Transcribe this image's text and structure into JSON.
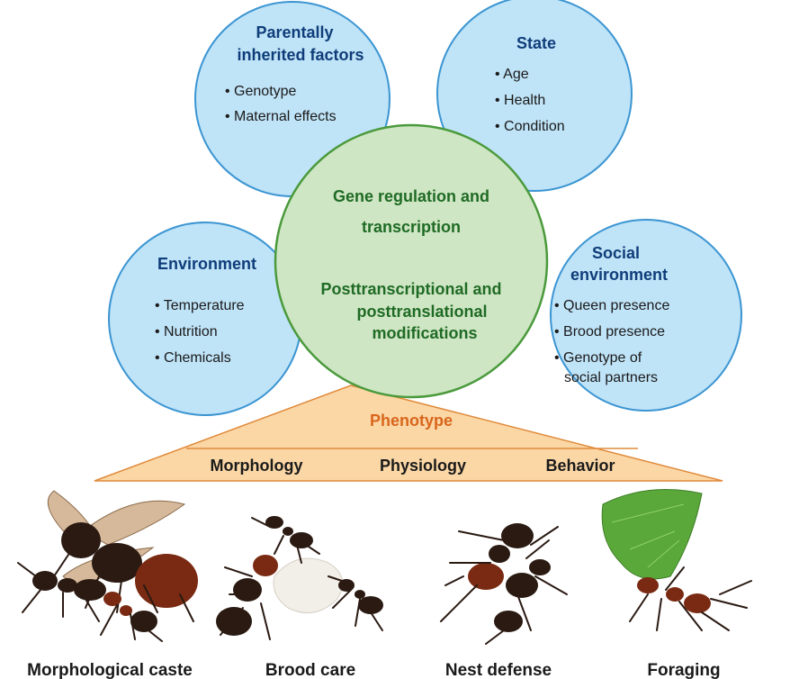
{
  "circles": {
    "parental": {
      "title": [
        "Parentally",
        "inherited factors"
      ],
      "items": [
        "• Genotype",
        "• Maternal effects"
      ]
    },
    "state": {
      "title": [
        "State"
      ],
      "items": [
        "• Age",
        "• Health",
        "• Condition"
      ]
    },
    "environment": {
      "title": [
        "Environment"
      ],
      "items": [
        "• Temperature",
        "• Nutrition",
        "• Chemicals"
      ]
    },
    "social": {
      "title": [
        "Social",
        "environment"
      ],
      "items": [
        "• Queen presence",
        "• Brood presence",
        "• Genotype of",
        "social partners"
      ]
    }
  },
  "center": {
    "lines": [
      "Gene regulation and",
      "transcription",
      "Posttranscriptional and",
      "posttranslational",
      "modifications"
    ]
  },
  "phenotype": {
    "title": "Phenotype",
    "traits": [
      "Morphology",
      "Physiology",
      "Behavior"
    ]
  },
  "photos": {
    "captions": [
      "Morphological caste",
      "Brood care",
      "Nest defense",
      "Foraging"
    ]
  },
  "colors": {
    "outer_fill": "#bfe3f7",
    "outer_stroke": "#3b95d2",
    "center_fill": "#cfe6c4",
    "center_stroke": "#4a9a3c",
    "pheno_fill": "#fbd7a6",
    "pheno_stroke": "#e08a3a",
    "ant_dark": "#2a1a12",
    "ant_red": "#7a2a12",
    "leaf": "#5aa83a"
  }
}
